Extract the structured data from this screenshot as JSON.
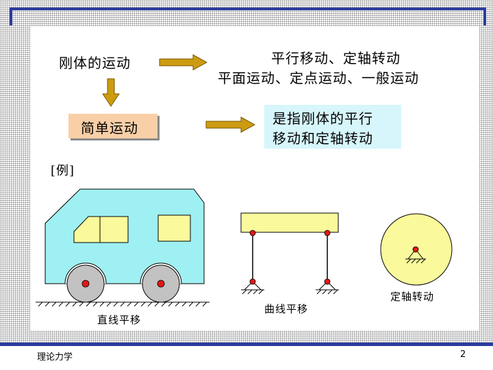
{
  "slide": {
    "rigid_motion": "刚体的运动",
    "types_line1": "平行移动、定轴转动",
    "types_line2": "平面运动、定点运动、一般运动",
    "simple_motion": "简单运动",
    "definition_line1": "是指刚体的平行",
    "definition_line2": "移动和定轴转动",
    "example_label": "[例]"
  },
  "figures": {
    "car_caption": "直线平移",
    "curve_caption": "曲线平移",
    "rotation_caption": "定轴转动"
  },
  "footer": {
    "course": "理论力学",
    "page_number": "2"
  },
  "colors": {
    "arrow": "#cc9b10",
    "car_body": "#9ff0f2",
    "window": "#fafa9c",
    "wheel": "#c2c2c2",
    "pin": "#e01818",
    "beam": "#fafa9c",
    "disk": "#fafa9c",
    "frame_blue": "#2b3a9e",
    "simple_box": "#f9cfa7",
    "definition_box": "#d6f6fb"
  }
}
